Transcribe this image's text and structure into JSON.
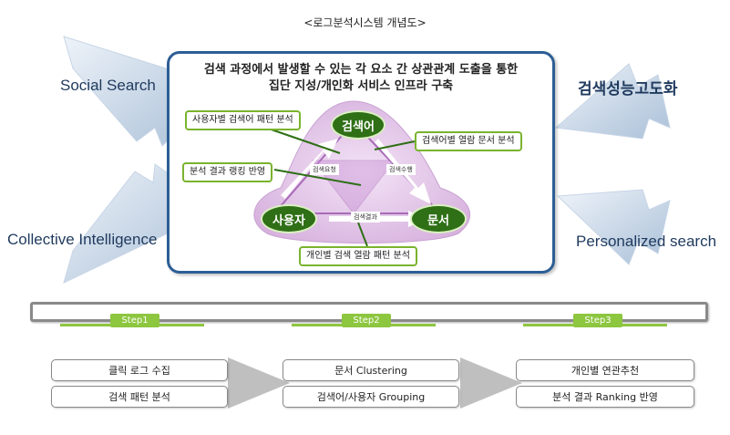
{
  "title": "<로그분석시스템 개념도>",
  "sides": {
    "top_left": "Social Search",
    "bottom_left": "Collective Intelligence",
    "top_right": "검색성능고도화",
    "bottom_right": "Personalized search"
  },
  "main": {
    "headline_1": "검색 과정에서 발생할 수 있는 각 요소 간 상관관계 도출을 통한",
    "headline_2": "집단 지성/개인화 서비스 인프라 구축",
    "nodes": {
      "query": "검색어",
      "user": "사용자",
      "doc": "문서"
    },
    "edges": {
      "request": "검색요청",
      "receive": "검색수행",
      "result": "검색결과"
    },
    "labels": {
      "user_pattern": "사용자별 검색어 패턴 분석",
      "ranking": "분석 결과 랭킹 반영",
      "doc_browse": "검색어별 열람 문서 분석",
      "personal_pattern": "개인별 검색 열람 패턴 분석"
    }
  },
  "steps": [
    {
      "tag": "Step1",
      "items": [
        "클릭 로그 수집",
        "검색 패턴 분석"
      ]
    },
    {
      "tag": "Step2",
      "items": [
        "문서 Clustering",
        "검색어/사용자 Grouping"
      ]
    },
    {
      "tag": "Step3",
      "items": [
        "개인별 연관추천",
        "분석 결과 Ranking 반영"
      ]
    }
  ],
  "colors": {
    "frame": "#2c5e95",
    "node": "#2f6f16",
    "accent": "#8dc63f",
    "triangle": "#b274c4"
  }
}
